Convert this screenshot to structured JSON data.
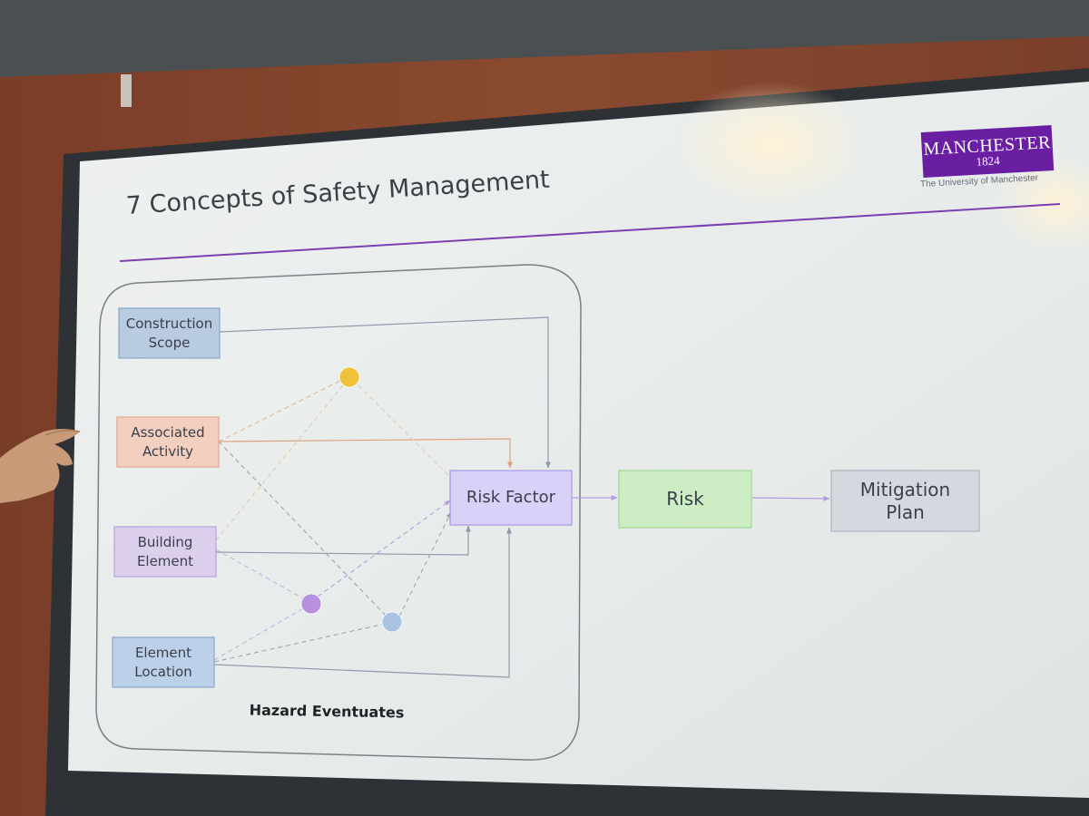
{
  "slide": {
    "title": "7 Concepts of Safety Management",
    "logo": {
      "name": "MANCHESTER",
      "year": "1824",
      "subtitle": "The University of Manchester",
      "color": "#6a1fa2"
    },
    "accent_line_color": "#7b3fb0"
  },
  "diagram": {
    "inputs": [
      {
        "label": "Construction\nScope",
        "fill": "#b9cbe0",
        "stroke": "#8aa6c6"
      },
      {
        "label": "Associated\nActivity",
        "fill": "#f3cfc0",
        "stroke": "#e2a58e"
      },
      {
        "label": "Building\nElement",
        "fill": "#dccfee",
        "stroke": "#b9a2dc"
      },
      {
        "label": "Element\nLocation",
        "fill": "#bdd0ea",
        "stroke": "#89a7cf"
      }
    ],
    "risk_factor": {
      "label": "Risk Factor",
      "fill": "#d9d1f7",
      "stroke": "#a897e6"
    },
    "risk": {
      "label": "Risk",
      "fill": "#cdeec4",
      "stroke": "#9fd890"
    },
    "mitigation": {
      "label": "Mitigation\nPlan",
      "fill": "#d4d9df",
      "stroke": "#aab3bd"
    },
    "hazard_label": "Hazard Eventuates",
    "nodes": [
      {
        "color": "#f0c23a"
      },
      {
        "color": "#b98fe0"
      },
      {
        "color": "#a9c4e3"
      }
    ]
  }
}
